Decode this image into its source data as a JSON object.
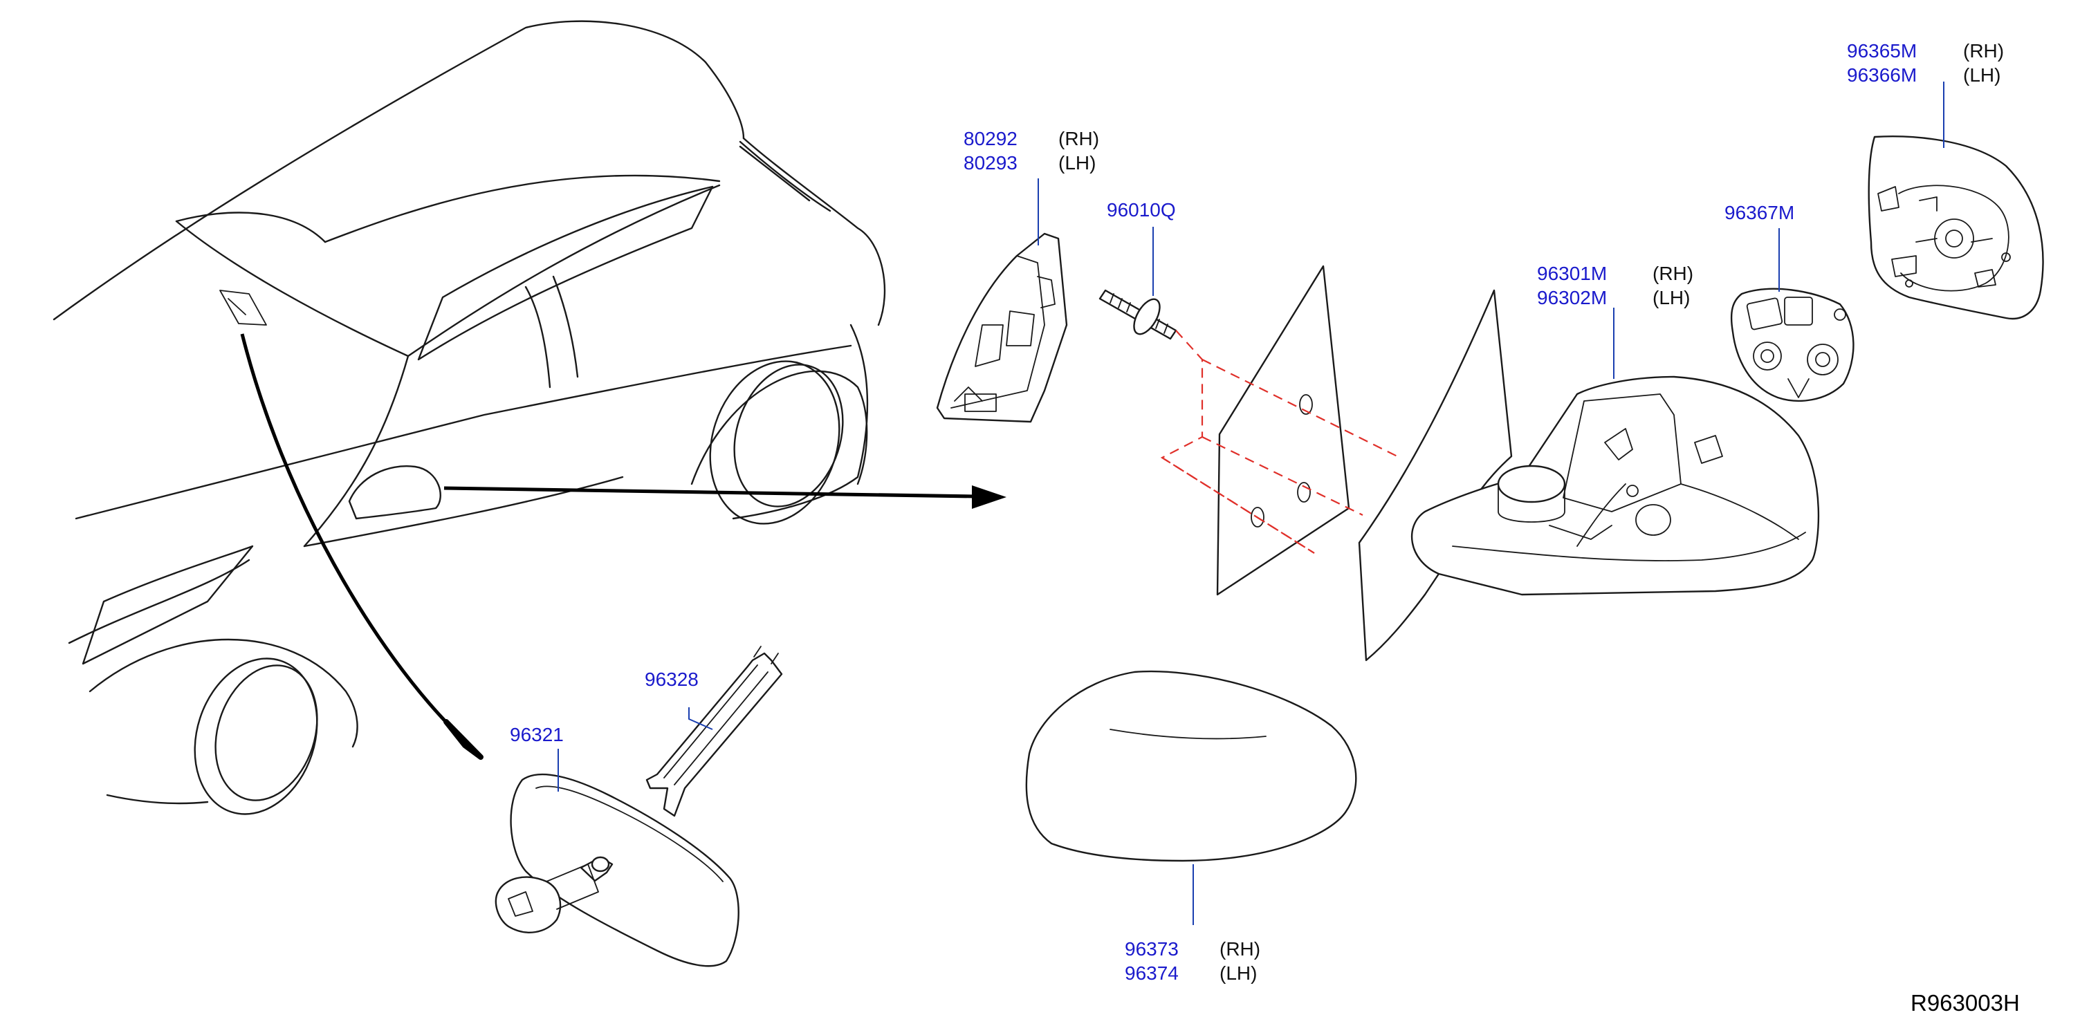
{
  "diagram_id": "R963003H",
  "colors": {
    "part_number": "#1a1acc",
    "leader": "#1a3fb0",
    "outline": "#1a1a1a",
    "assembly_guide": "#e0302a",
    "arrow": "#000000"
  },
  "callouts": {
    "base_cover": {
      "numbers": [
        "80292",
        "80293"
      ],
      "sides": [
        "(RH)",
        "(LH)"
      ]
    },
    "screw": {
      "numbers": [
        "96010Q"
      ]
    },
    "mirror_glass": {
      "numbers": [
        "96365M",
        "96366M"
      ],
      "sides": [
        "(RH)",
        "(LH)"
      ]
    },
    "actuator": {
      "numbers": [
        "96367M"
      ]
    },
    "mirror_body": {
      "numbers": [
        "96301M",
        "96302M"
      ],
      "sides": [
        "(RH)",
        "(LH)"
      ]
    },
    "inner_mirror_clip": {
      "numbers": [
        "96328"
      ]
    },
    "inner_mirror": {
      "numbers": [
        "96321"
      ]
    },
    "mirror_cap": {
      "numbers": [
        "96373",
        "96374"
      ],
      "sides": [
        "(RH)",
        "(LH)"
      ]
    }
  }
}
